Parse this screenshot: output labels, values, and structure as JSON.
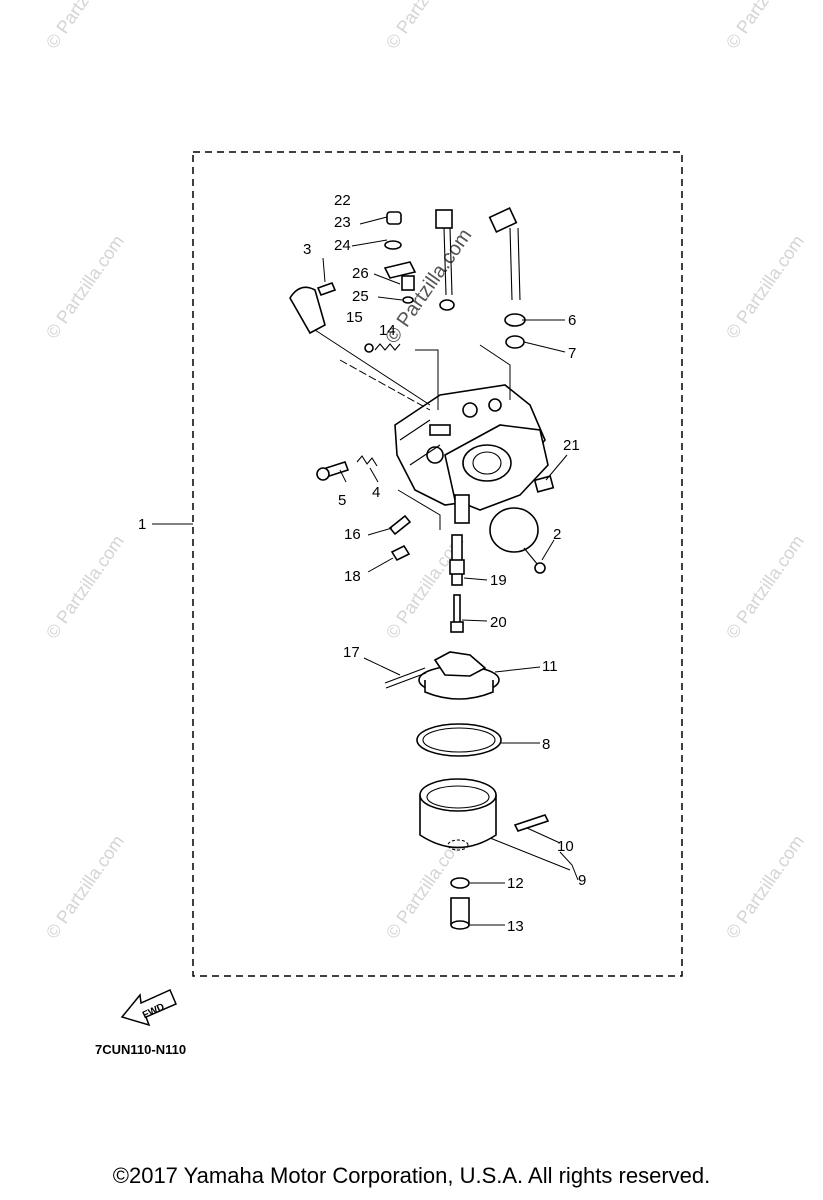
{
  "watermark_text": "© Partzilla.com",
  "callouts": [
    "1",
    "2",
    "3",
    "4",
    "5",
    "6",
    "7",
    "8",
    "9",
    "10",
    "11",
    "12",
    "13",
    "14",
    "15",
    "16",
    "17",
    "18",
    "19",
    "20",
    "21",
    "22",
    "23",
    "24",
    "25",
    "26"
  ],
  "fwd_label": "FWD",
  "diagram_code": "7CUN110-N110",
  "copyright": "©2017  Yamaha Motor Corporation, U.S.A. All rights reserved."
}
